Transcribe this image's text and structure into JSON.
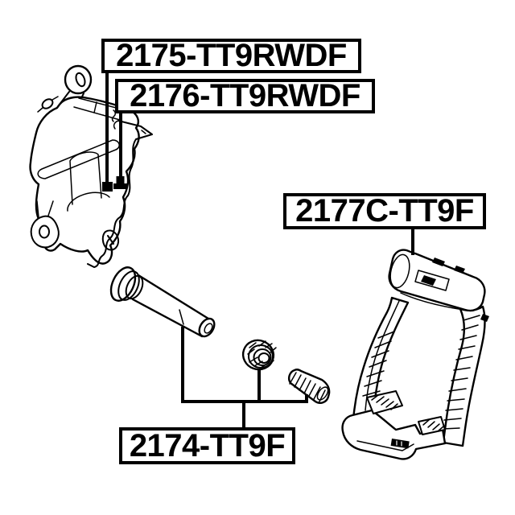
{
  "page": {
    "background": "#ffffff",
    "line_color": "#000000"
  },
  "diagram": {
    "labels": {
      "p2175": "2175-TT9RWDF",
      "p2176": "2176-TT9RWDF",
      "p2177c": "2177C-TT9F",
      "p2174": "2174-TT9F"
    }
  }
}
